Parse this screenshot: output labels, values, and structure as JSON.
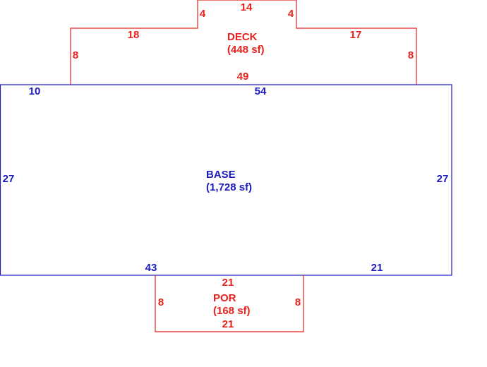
{
  "colors": {
    "addition": "#e8211c",
    "base": "#1b1bbf"
  },
  "deck": {
    "name": "DECK",
    "area": "(448 sf)",
    "dims": {
      "top": "14",
      "left_step": "4",
      "right_step": "4",
      "left_top": "18",
      "right_top": "17",
      "left_side": "8",
      "right_side": "8",
      "bottom": "49"
    }
  },
  "base": {
    "name": "BASE",
    "area": "(1,728 sf)",
    "dims": {
      "top_left": "10",
      "top": "54",
      "left": "27",
      "right": "27",
      "bottom_left": "43",
      "bottom_right": "21"
    }
  },
  "porch": {
    "name": "POR",
    "area": "(168 sf)",
    "dims": {
      "top": "21",
      "left": "8",
      "right": "8",
      "bottom": "21"
    }
  }
}
